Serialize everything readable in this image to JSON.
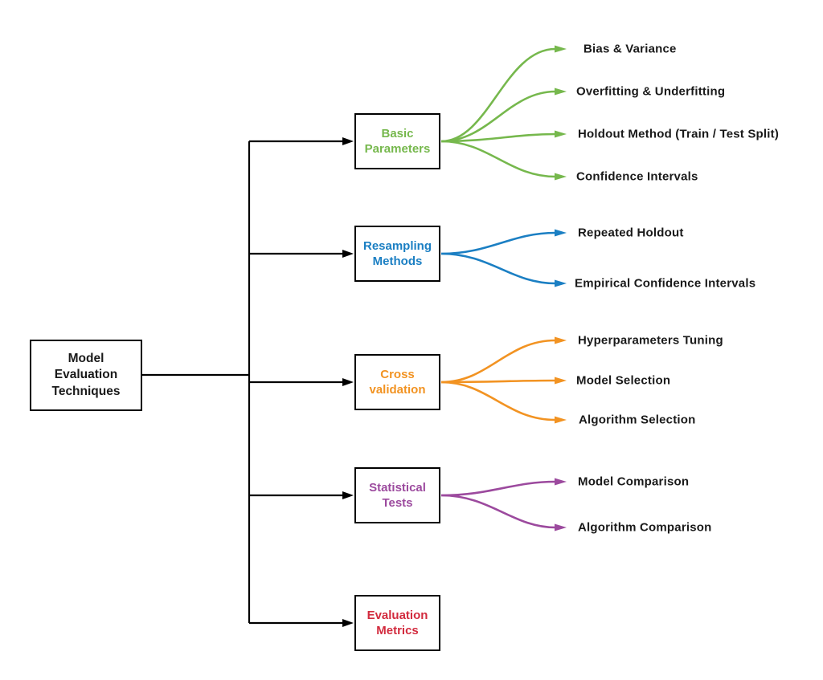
{
  "diagram": {
    "title": "Model Evaluation Techniques",
    "background_color": "#ffffff",
    "line_color": "#000000",
    "root": {
      "label": "Model Evaluation Techniques"
    },
    "branches": [
      {
        "id": "basic-parameters",
        "label": "Basic Parameters",
        "color": "#76b84d",
        "leaves": [
          "Bias & Variance",
          "Overfitting & Underfitting",
          "Holdout Method (Train / Test Split)",
          "Confidence Intervals"
        ]
      },
      {
        "id": "resampling-methods",
        "label": "Resampling Methods",
        "color": "#1b7fc3",
        "leaves": [
          "Repeated Holdout",
          "Empirical Confidence Intervals"
        ]
      },
      {
        "id": "cross-validation",
        "label": "Cross validation",
        "color": "#f29322",
        "leaves": [
          "Hyperparameters Tuning",
          "Model Selection",
          "Algorithm Selection"
        ]
      },
      {
        "id": "statistical-tests",
        "label": "Statistical Tests",
        "color": "#9c4a9e",
        "leaves": [
          "Model Comparison",
          "Algorithm Comparison"
        ]
      },
      {
        "id": "evaluation-metrics",
        "label": "Evaluation Metrics",
        "color": "#d22b3e",
        "leaves": []
      }
    ]
  }
}
